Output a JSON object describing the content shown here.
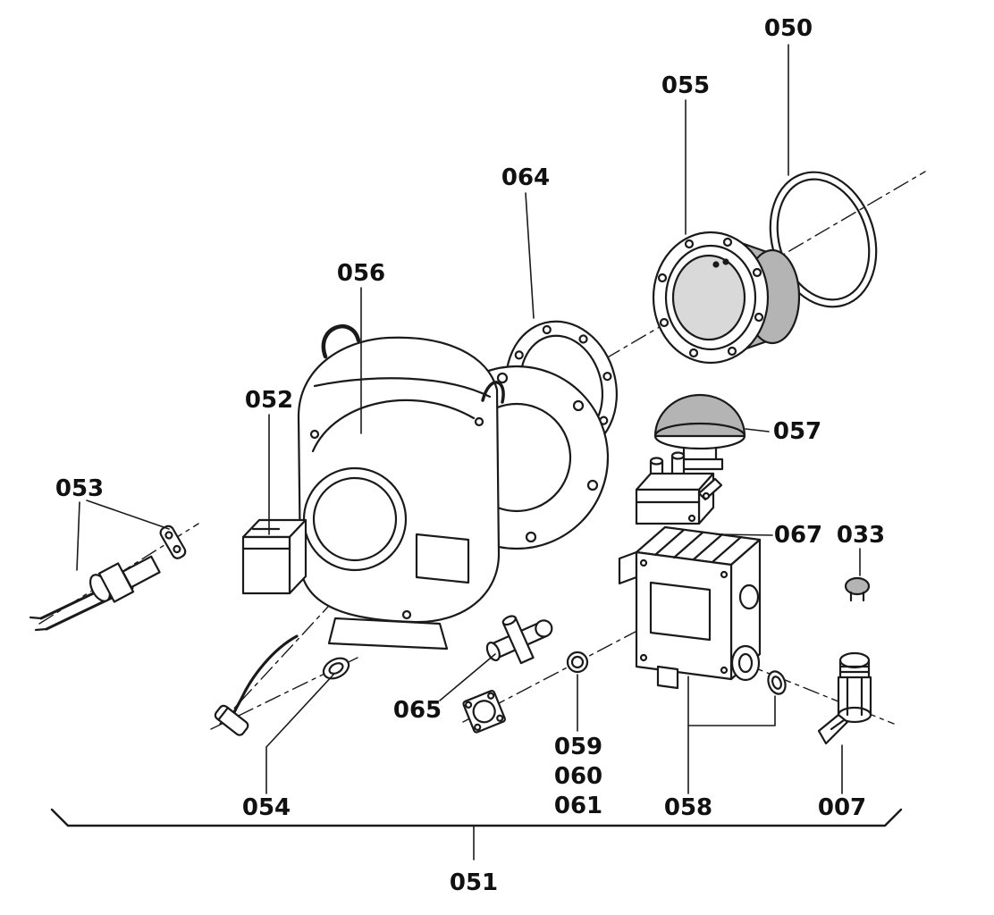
{
  "diagram": {
    "background": "#ffffff",
    "colors": {
      "line": "#1a1a1a",
      "shade": "#b4b4b4",
      "shade_light": "#d9d9d9"
    },
    "labels": [
      {
        "text": "050"
      },
      {
        "text": "055"
      },
      {
        "text": "064"
      },
      {
        "text": "056"
      },
      {
        "text": "052"
      },
      {
        "text": "053"
      },
      {
        "text": "057"
      },
      {
        "text": "067"
      },
      {
        "text": "033"
      },
      {
        "text": "065"
      },
      {
        "text": "059"
      },
      {
        "text": "060"
      },
      {
        "text": "061"
      },
      {
        "text": "054"
      },
      {
        "text": "058"
      },
      {
        "text": "007"
      },
      {
        "text": "051"
      }
    ]
  }
}
